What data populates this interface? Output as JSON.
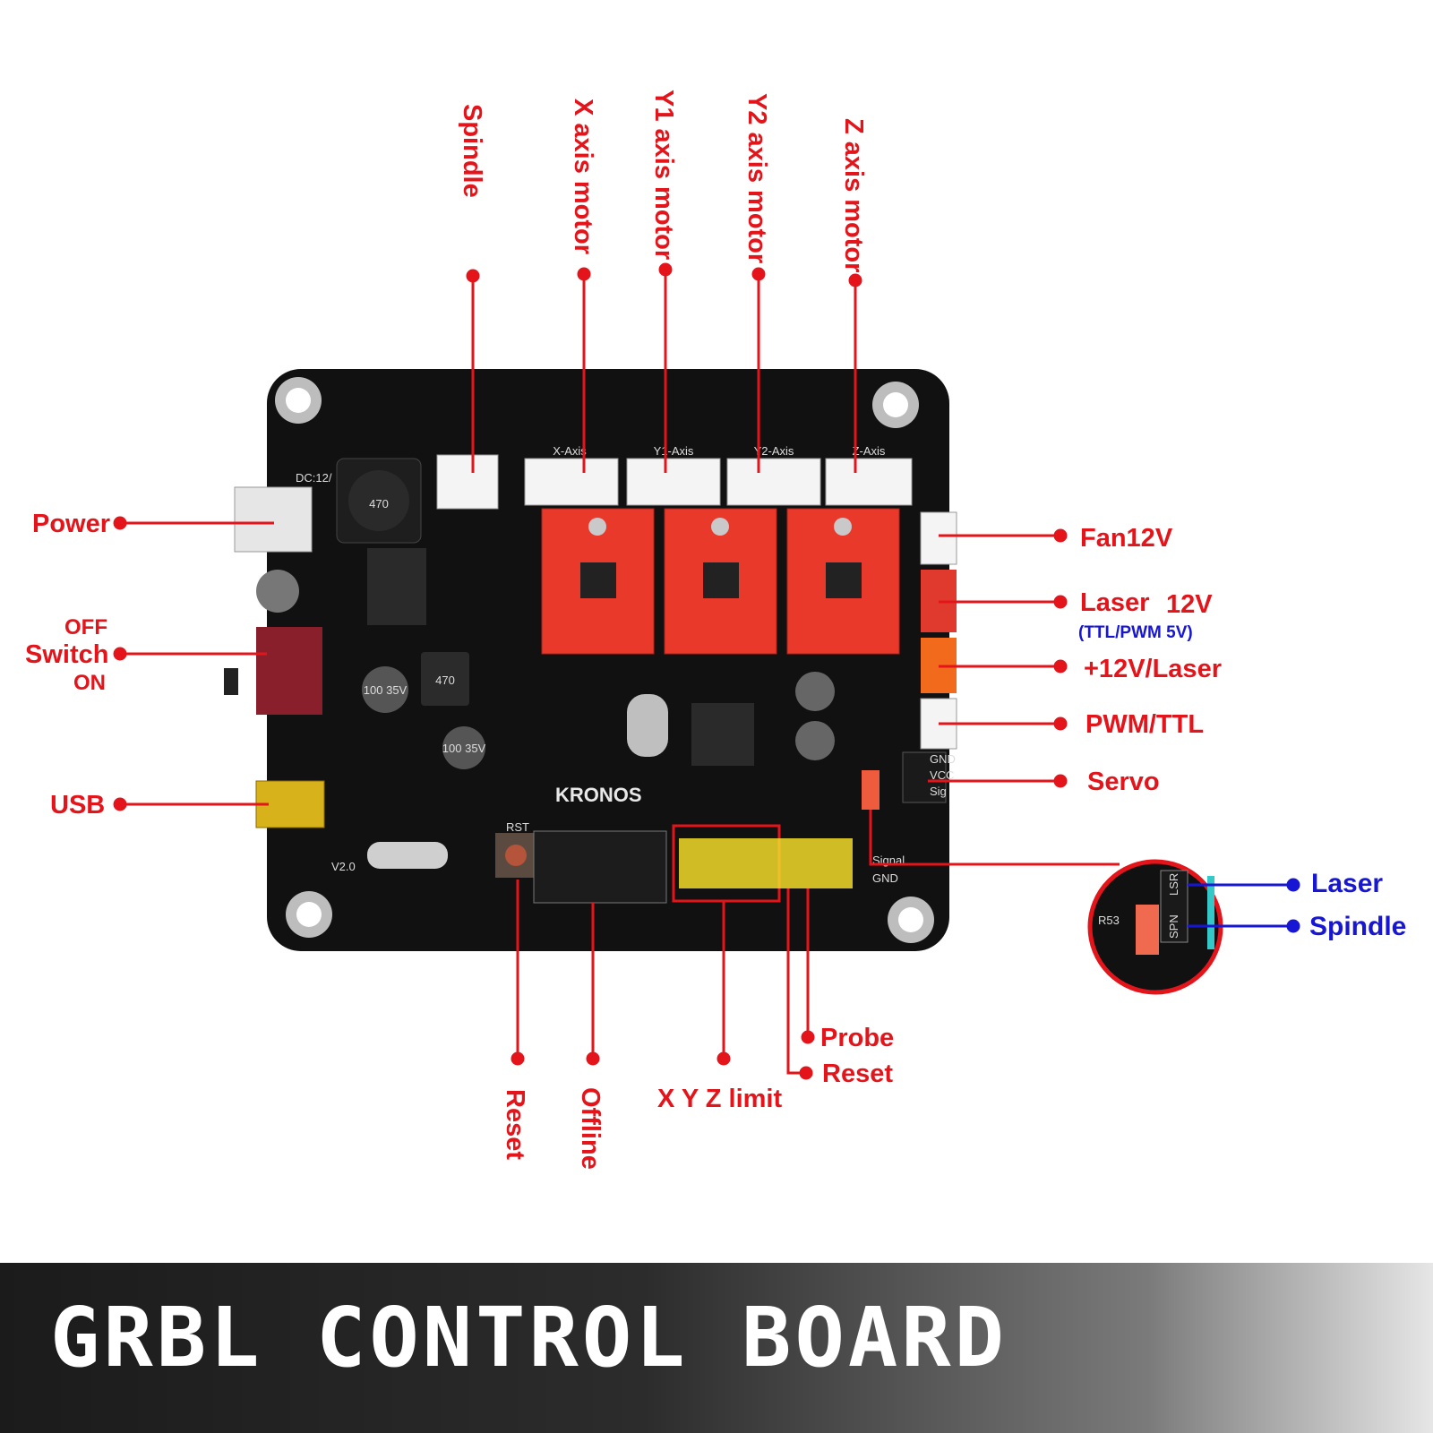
{
  "banner": {
    "title": "GRBL CONTROL BOARD"
  },
  "labels": {
    "spindle_top": "Spindle",
    "x_motor": "X axis motor",
    "y1_motor": "Y1 axis motor",
    "y2_motor": "Y2 axis motor",
    "z_motor": "Z axis motor",
    "power": "Power",
    "switch_off": "OFF",
    "switch": "Switch",
    "switch_on": "ON",
    "usb": "USB",
    "fan": "Fan12V",
    "laser": "Laser",
    "laser_volt": "12V",
    "laser_sub": "(TTL/PWM 5V)",
    "plus12v": "+12V/Laser",
    "pwm": "PWM/TTL",
    "servo": "Servo",
    "inset_laser": "Laser",
    "inset_spindle": "Spindle",
    "reset_bottom": "Reset",
    "offline": "Offline",
    "xyz_limit": "X Y Z limit",
    "probe": "Probe",
    "reset_probe": "Reset"
  },
  "board": {
    "brand": "KRONOS",
    "version": "V2.0",
    "dc_label": "DC:12/",
    "inductor_1": "470",
    "inductor_2": "470",
    "cap_1": "100 35V",
    "cap_2": "100 35V",
    "x_axis": "X-Axis",
    "y1_axis": "Y1-Axis",
    "y2_axis": "Y2-Axis",
    "z_axis": "Z-Axis",
    "signal": "Signal",
    "gnd": "GND",
    "servo_gnd": "GND",
    "servo_vcc": "VCC",
    "servo_sig": "Sig",
    "rst": "RST",
    "jumper_lsr": "LSR",
    "jumper_spn": "SPN",
    "r53": "R53"
  },
  "colors": {
    "label_red": "#e4141b",
    "label_blue": "#1616d4",
    "board": "#111111",
    "driver": "#e8392b",
    "pins": "#f2dc2a"
  }
}
